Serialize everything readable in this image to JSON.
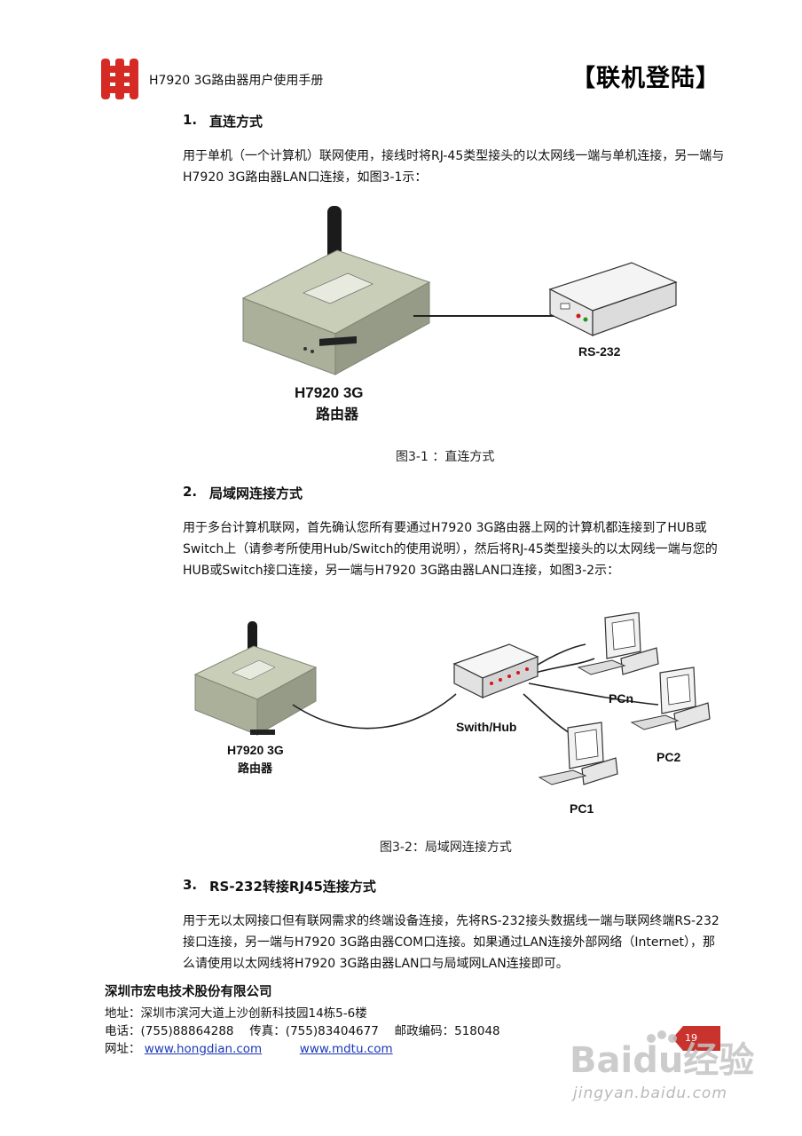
{
  "header": {
    "manual_title": "H7920 3G路由器用户使用手册",
    "section_title": "【联机登陆】"
  },
  "section1": {
    "number": "1.",
    "heading": "直连方式",
    "paragraph": "用于单机（一个计算机）联网使用，接线时将RJ-45类型接头的以太网线一端与单机连接，另一端与H7920 3G路由器LAN口连接，如图3-1示：",
    "figure": {
      "router_label_1": "H7920 3G",
      "router_label_2": "路由器",
      "device_label": "RS-232"
    },
    "caption": "图3-1 ：直连方式"
  },
  "section2": {
    "number": "2.",
    "heading": "局域网连接方式",
    "paragraph": "用于多台计算机联网，首先确认您所有要通过H7920 3G路由器上网的计算机都连接到了HUB或Switch上（请参考所使用Hub/Switch的使用说明），然后将RJ-45类型接头的以太网线一端与您的HUB或Switch接口连接，另一端与H7920 3G路由器LAN口连接，如图3-2示：",
    "figure": {
      "router_label_1": "H7920 3G",
      "router_label_2": "路由器",
      "hub_label": "Swith/Hub",
      "pc_labels": [
        "PCn",
        "PC2",
        "PC1"
      ]
    },
    "caption": "图3-2：局域网连接方式"
  },
  "section3": {
    "number": "3.",
    "heading": "RS-232转接RJ45连接方式",
    "paragraph": "用于无以太网接口但有联网需求的终端设备连接，先将RS-232接头数据线一端与联网终端RS-232接口连接，另一端与H7920 3G路由器COM口连接。如果通过LAN连接外部网络（Internet），那么请使用以太网线将H7920 3G路由器LAN口与局域网LAN连接即可。"
  },
  "footer": {
    "company": "深圳市宏电技术股份有限公司",
    "address": "地址：深圳市滨河大道上沙创新科技园14栋5-6楼",
    "phone_line": "电话：(755)88864288　 传真：(755)83404677 　邮政编码：518048",
    "website_label": "网址：",
    "website_1": "www.hongdian.com",
    "website_2": "www.mdtu.com",
    "page_number": "19"
  },
  "watermark": {
    "brand": "Baidu经验",
    "url": "jingyan.baidu.com"
  },
  "colors": {
    "logo_red": "#d62a24",
    "page_badge_red": "#c8332d",
    "link_blue": "#1a38b8",
    "router_body": "#b9bfae",
    "watermark_gray": "#bdbdbd"
  }
}
